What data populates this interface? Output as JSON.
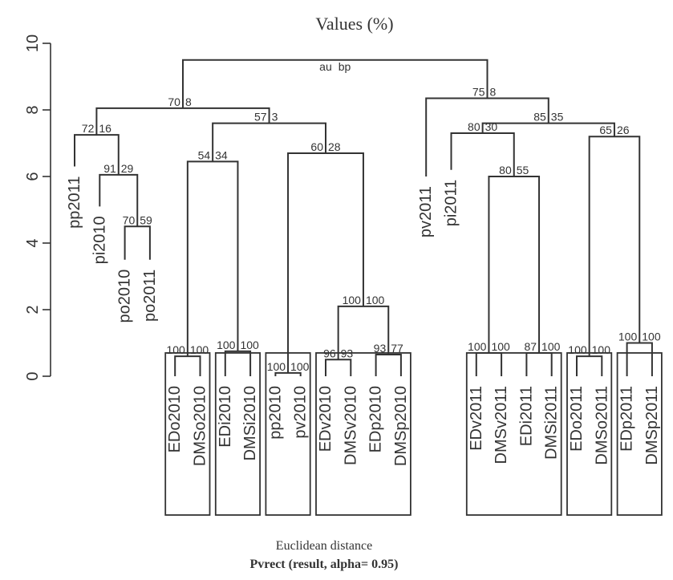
{
  "chart_data": {
    "type": "dendrogram",
    "title": "Values (%)",
    "xlabel": "Euclidean distance",
    "sublabel": "Pvrect (result, alpha= 0.95)",
    "ylabel": "",
    "ylim": [
      0,
      10
    ],
    "yticks": [
      0,
      2,
      4,
      6,
      8,
      10
    ],
    "pvalue_labels": [
      "au",
      "bp"
    ],
    "leaves": [
      {
        "label": "pp2011",
        "height": 6.3
      },
      {
        "label": "pi2010",
        "height": 5.1
      },
      {
        "label": "po2010",
        "height": 3.5
      },
      {
        "label": "po2011",
        "height": 3.5
      },
      {
        "label": "EDo2010",
        "height": 0.0
      },
      {
        "label": "DMSo2010",
        "height": 0.0
      },
      {
        "label": "EDi2010",
        "height": 0.0
      },
      {
        "label": "DMSi2010",
        "height": 0.0
      },
      {
        "label": "pp2010",
        "height": 0.0
      },
      {
        "label": "pv2010",
        "height": 0.0
      },
      {
        "label": "EDv2010",
        "height": 0.0
      },
      {
        "label": "DMSv2010",
        "height": 0.0
      },
      {
        "label": "EDp2010",
        "height": 0.0
      },
      {
        "label": "DMSp2010",
        "height": 0.0
      },
      {
        "label": "pv2011",
        "height": 6.0
      },
      {
        "label": "pi2011",
        "height": 6.2
      },
      {
        "label": "EDv2011",
        "height": 0.0
      },
      {
        "label": "DMSv2011",
        "height": 0.0
      },
      {
        "label": "EDi2011",
        "height": 0.0
      },
      {
        "label": "DMSi2011",
        "height": 0.0
      },
      {
        "label": "EDo2011",
        "height": 0.0
      },
      {
        "label": "DMSo2011",
        "height": 0.0
      },
      {
        "label": "EDp2011",
        "height": 0.0
      },
      {
        "label": "DMSp2011",
        "height": 0.0
      }
    ],
    "merges": [
      {
        "id": "m1",
        "left": "EDo2010",
        "right": "DMSo2010",
        "height": 0.6,
        "au": 100,
        "bp": 100
      },
      {
        "id": "m2",
        "left": "EDi2010",
        "right": "DMSi2010",
        "height": 0.75,
        "au": 100,
        "bp": 100
      },
      {
        "id": "m3",
        "left": "pp2010",
        "right": "pv2010",
        "height": 0.1,
        "au": 100,
        "bp": 100
      },
      {
        "id": "m4",
        "left": "EDv2010",
        "right": "DMSv2010",
        "height": 0.5,
        "au": 96,
        "bp": 93
      },
      {
        "id": "m5",
        "left": "EDp2010",
        "right": "DMSp2010",
        "height": 0.65,
        "au": 93,
        "bp": 77
      },
      {
        "id": "m6",
        "left": "m4",
        "right": "m5",
        "height": 2.1,
        "au": 100,
        "bp": 100
      },
      {
        "id": "m7",
        "left": "po2010",
        "right": "po2011",
        "height": 4.5,
        "au": 70,
        "bp": 59
      },
      {
        "id": "m8",
        "left": "pi2010",
        "right": "m7",
        "height": 6.05,
        "au": 91,
        "bp": 29
      },
      {
        "id": "m9",
        "left": "pp2011",
        "right": "m8",
        "height": 7.25,
        "au": 72,
        "bp": 16
      },
      {
        "id": "m10",
        "left": "m1",
        "right": "m2",
        "height": 6.45,
        "au": 54,
        "bp": 34
      },
      {
        "id": "m11",
        "left": "m3",
        "right": "m6",
        "height": 6.7,
        "au": 60,
        "bp": 28
      },
      {
        "id": "m12",
        "left": "m10",
        "right": "m11",
        "height": 7.6,
        "au": 57,
        "bp": 3
      },
      {
        "id": "m13",
        "left": "m9",
        "right": "m12",
        "height": 8.05,
        "au": 70,
        "bp": 8
      },
      {
        "id": "m14",
        "left": "EDv2011",
        "right": "DMSv2011",
        "height": 0.7,
        "au": 100,
        "bp": 100
      },
      {
        "id": "m15",
        "left": "EDi2011",
        "right": "DMSi2011",
        "height": 0.7,
        "au": 87,
        "bp": 100
      },
      {
        "id": "m16",
        "left": "EDo2011",
        "right": "DMSo2011",
        "height": 0.6,
        "au": 100,
        "bp": 100
      },
      {
        "id": "m17",
        "left": "EDp2011",
        "right": "DMSp2011",
        "height": 1.0,
        "au": 100,
        "bp": 100
      },
      {
        "id": "m18",
        "left": "m14",
        "right": "m15",
        "height": 6.0,
        "au": 80,
        "bp": 55
      },
      {
        "id": "m19",
        "left": "pi2011",
        "right": "m18",
        "height": 7.3,
        "au": 80,
        "bp": 30
      },
      {
        "id": "m20",
        "left": "m16",
        "right": "m17",
        "height": 7.2,
        "au": 65,
        "bp": 26
      },
      {
        "id": "m21",
        "left": "m19",
        "right": "m20",
        "height": 7.6,
        "au": 85,
        "bp": 35
      },
      {
        "id": "m22",
        "left": "pv2011",
        "right": "m21",
        "height": 8.35,
        "au": 75,
        "bp": 8
      },
      {
        "id": "m23",
        "left": "m13",
        "right": "m22",
        "height": 9.5,
        "au": null,
        "bp": null
      }
    ],
    "highlighted_clusters": [
      [
        "EDo2010",
        "DMSo2010"
      ],
      [
        "EDi2010",
        "DMSi2010"
      ],
      [
        "pp2010",
        "pv2010"
      ],
      [
        "EDv2010",
        "DMSv2010",
        "EDp2010",
        "DMSp2010"
      ],
      [
        "EDv2011",
        "DMSv2011",
        "EDi2011",
        "DMSi2011"
      ],
      [
        "EDo2011",
        "DMSo2011"
      ],
      [
        "EDp2011",
        "DMSp2011"
      ]
    ],
    "grid": false
  }
}
